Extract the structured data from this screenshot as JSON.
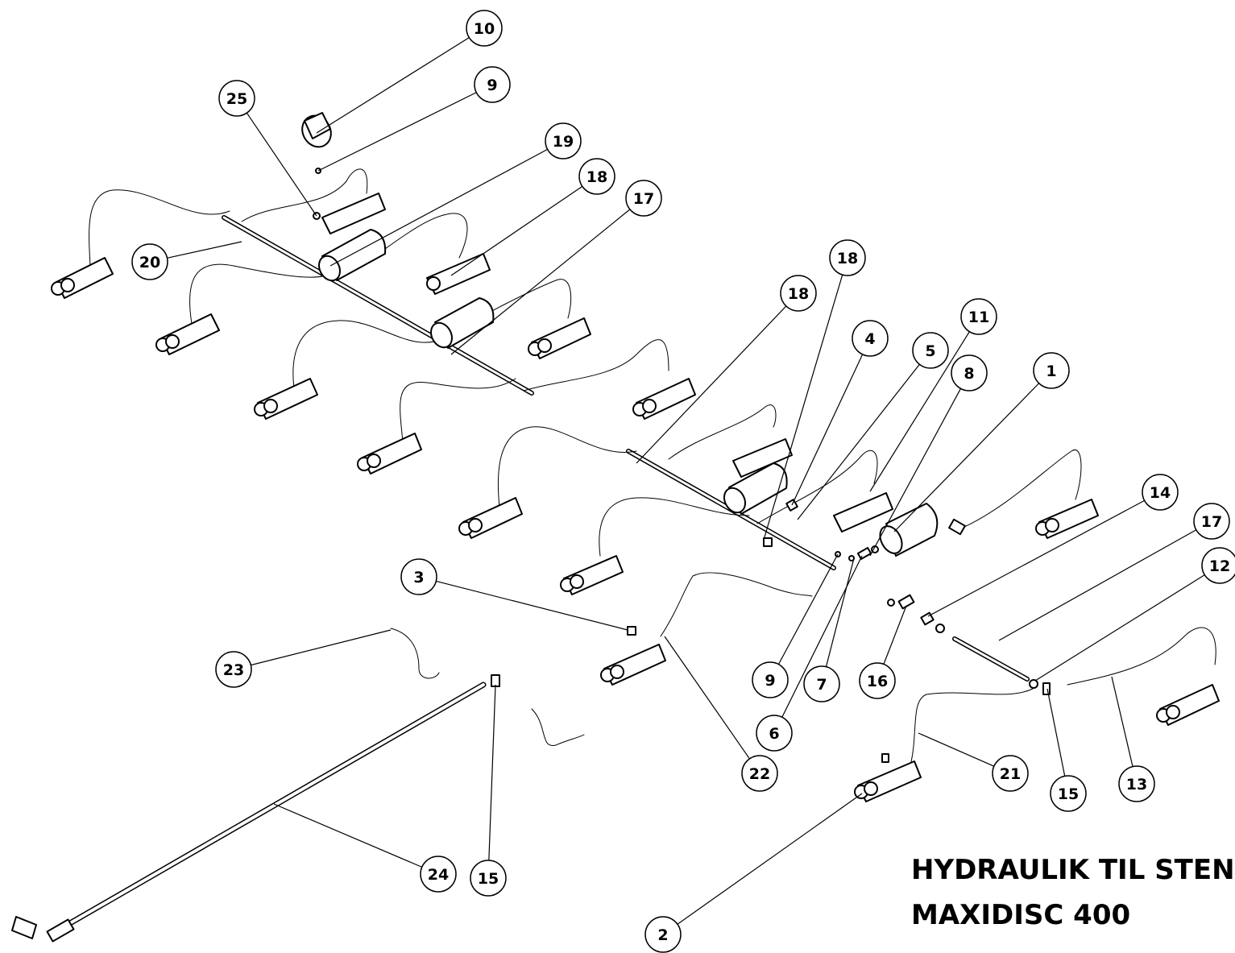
{
  "title": {
    "line1": "HYDRAULIK TIL STEN",
    "line2": "MAXIDISC 400"
  },
  "callouts": [
    "10",
    "9",
    "25",
    "19",
    "18",
    "17",
    "20",
    "18",
    "18",
    "11",
    "4",
    "5",
    "8",
    "1",
    "14",
    "17",
    "12",
    "3",
    "23",
    "9",
    "7",
    "16",
    "6",
    "22",
    "21",
    "15",
    "13",
    "24",
    "15",
    "2"
  ],
  "colors": {
    "line": "#000000",
    "background": "#ffffff"
  }
}
